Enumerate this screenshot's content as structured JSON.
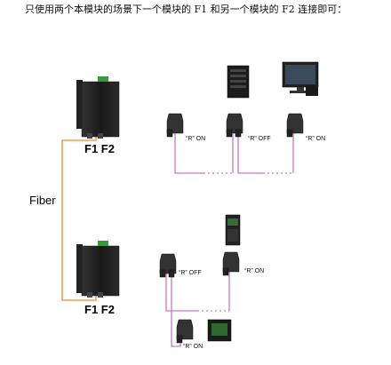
{
  "caption": "只使用两个本模块的场景下一个模块的 F1 和另一个模块的 F2 连接即可：",
  "fiber_label": "Fiber",
  "module_top": {
    "ports": "F1 F2"
  },
  "module_bottom": {
    "ports": "F1 F2"
  },
  "connectors_top": [
    {
      "label": "“R” ON"
    },
    {
      "label": "“R” OFF"
    },
    {
      "label": "“R” ON"
    }
  ],
  "connectors_bottom": [
    {
      "label": "“R” OFF"
    },
    {
      "label": "“R” ON"
    },
    {
      "label": "“R” ON"
    }
  ],
  "colors": {
    "fiber": "#f0a050",
    "bus": "#c878c8",
    "device": "#1a1a1a"
  },
  "icons": [
    "din-rail-module",
    "server-tower",
    "desktop-computer",
    "dp-connector",
    "plc-module",
    "hmi-device"
  ]
}
